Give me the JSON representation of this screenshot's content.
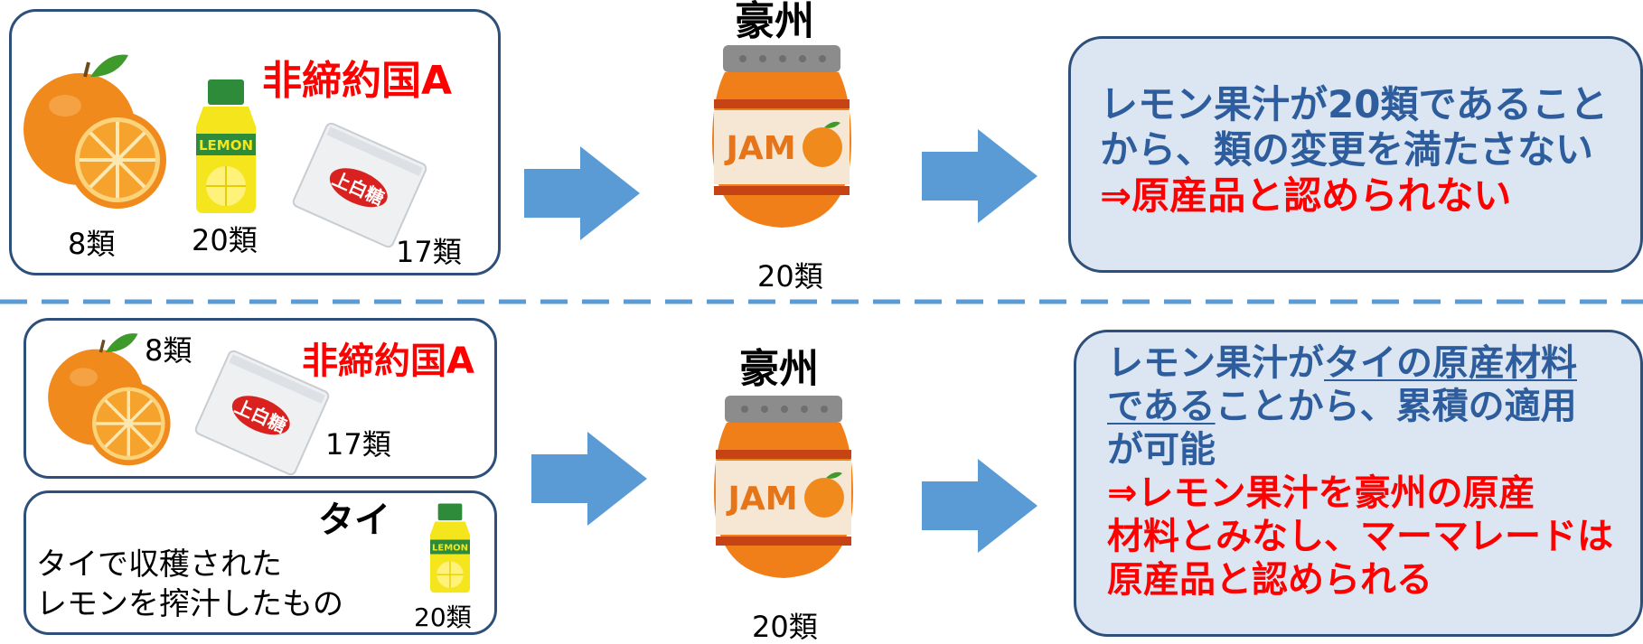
{
  "top": {
    "origin_label": "非締約国A",
    "orange_hs": "8類",
    "lemon_hs": "20類",
    "sugar_hs": "17類",
    "lemon_bottle_text": "LEMON",
    "sugar_pack_text": "上白糖",
    "country_heading": "豪州",
    "jar_text": "JAM",
    "jam_hs": "20類",
    "result_line1": "レモン果汁が20類であること",
    "result_line2": "から、類の変更を満たさない",
    "result_line3": "⇒原産品と認められない"
  },
  "bottom": {
    "origin_label": "非締約国A",
    "orange_hs": "8類",
    "sugar_hs": "17類",
    "sugar_pack_text": "上白糖",
    "thai_heading": "タイ",
    "thai_desc_line1": "タイで収穫された",
    "thai_desc_line2": "レモンを搾汁したもの",
    "lemon_hs": "20類",
    "lemon_bottle_text": "LEMON",
    "country_heading": "豪州",
    "jar_text": "JAM",
    "jam_hs": "20類",
    "result_l1a": "レモン果汁が",
    "result_l1b": "タイの原産材料",
    "result_l2a": "である",
    "result_l2b": "ことから、累積の適用",
    "result_l3": "が可能",
    "result_l4": "⇒レモン果汁を豪州の原産",
    "result_l5": "材料とみなし、マーマレードは",
    "result_l6": "原産品と認められる"
  },
  "colors": {
    "arrow": "#5b9bd5",
    "divider": "#5b9bd5",
    "box_border": "#2e4f7a",
    "result_fill": "#dce6f2",
    "blue_text": "#2e5d9e",
    "red_text": "#ff0000"
  }
}
